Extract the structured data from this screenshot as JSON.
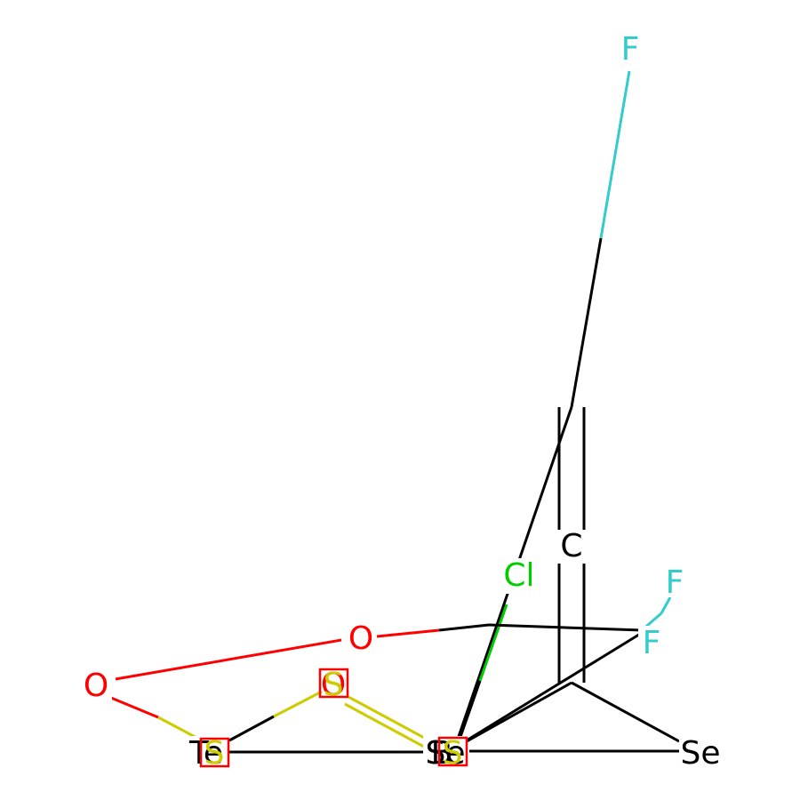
{
  "molecule": {
    "atoms": {
      "f_top": {
        "symbol": "F",
        "color": "#33cccc"
      },
      "c_mid": {
        "symbol": "C",
        "color": "#000000"
      },
      "cl": {
        "symbol": "Cl",
        "color": "#00cc00"
      },
      "f_right_a": {
        "symbol": "F",
        "color": "#33cccc"
      },
      "f_right_b": {
        "symbol": "F",
        "color": "#33cccc"
      },
      "o_center": {
        "symbol": "O",
        "color": "#ff0000"
      },
      "o_left": {
        "symbol": "O",
        "color": "#ff0000"
      },
      "o_box": {
        "symbol": "O",
        "color": "#ff0000"
      },
      "s_box_mid": {
        "symbol": "S",
        "color": "#cccc00"
      },
      "te": {
        "symbol": "Te",
        "color": "#000000"
      },
      "s_box_left": {
        "symbol": "S",
        "color": "#cccc00"
      },
      "b": {
        "symbol": "B",
        "color": "#000000"
      },
      "se_overlap": {
        "symbol": "Se",
        "color": "#000000"
      },
      "s_box_right": {
        "symbol": "S",
        "color": "#cccc00"
      },
      "se_right": {
        "symbol": "Se",
        "color": "#000000"
      }
    },
    "highlight_color": "#ff0000"
  }
}
